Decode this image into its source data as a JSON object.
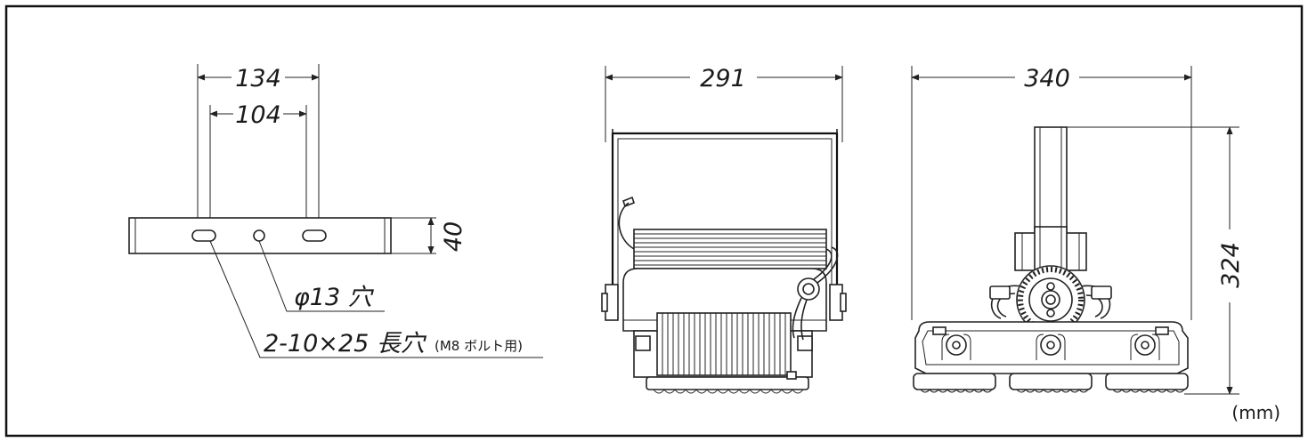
{
  "bracket": {
    "dim_outer": "134",
    "dim_inner": "104",
    "dim_height": "40",
    "hole_label": "φ13 穴",
    "slot_label_main": "2-10×25 長穴",
    "slot_label_note": "(M8 ボルト用)"
  },
  "front_view": {
    "dim_width": "291"
  },
  "side_view": {
    "dim_width": "340",
    "dim_height": "324"
  },
  "unit_label": "(mm)",
  "colors": {
    "line": "#222222",
    "frame": "#111111",
    "background": "#ffffff"
  }
}
